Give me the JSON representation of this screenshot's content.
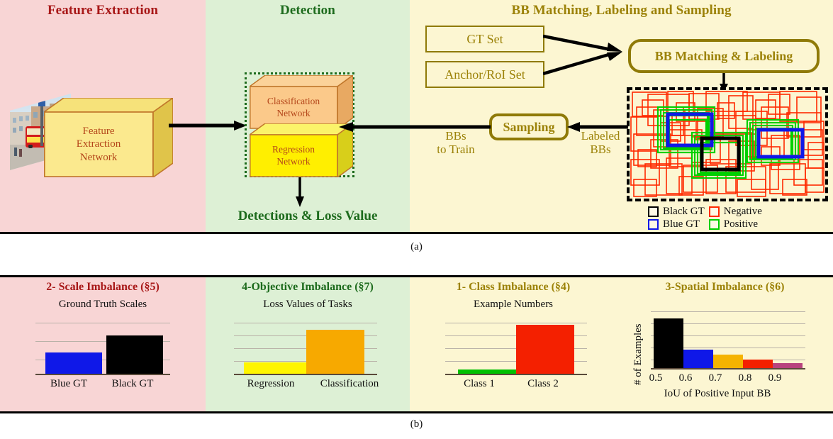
{
  "figure_a": {
    "columns": [
      {
        "title": "Feature Extraction",
        "color": "#a81818"
      },
      {
        "title": "Detection",
        "color": "#1d6b1d"
      },
      {
        "title": "BB Matching, Labeling and Sampling",
        "color": "#9c8208"
      }
    ],
    "feature_box_label": "Feature\nExtraction\nNetwork",
    "classification_box_label": "Classification\nNetwork",
    "regression_box_label": "Regression\nNetwork",
    "detections_label": "Detections & Loss Value",
    "gt_set_label": "GT Set",
    "anchor_set_label": "Anchor/RoI Set",
    "bb_matching_label": "BB Matching & Labeling",
    "sampling_label": "Sampling",
    "bbs_to_train_label": "BBs\nto Train",
    "labeled_bbs_label": "Labeled\nBBs",
    "legend": [
      {
        "label": "Black GT",
        "color": "#000000"
      },
      {
        "label": "Negative",
        "color": "#ff0000"
      },
      {
        "label": "Blue GT",
        "color": "#0000f0"
      },
      {
        "label": "Positive",
        "color": "#00cc00"
      }
    ],
    "caption": "(a)"
  },
  "figure_b": {
    "caption": "(b)",
    "panels": [
      {
        "title": "2- Scale Imbalance (§5)",
        "title_color": "#a81818",
        "bg": "#f8d5d5"
      },
      {
        "title": "4-Objective Imbalance (§7)",
        "title_color": "#1d6b1d",
        "bg": "#ddf0d5"
      },
      {
        "title": "1- Class Imbalance (§4)",
        "title_color": "#9c8208",
        "bg": "#fcf6d2"
      },
      {
        "title": "3-Spatial Imbalance (§6)",
        "title_color": "#9c8208",
        "bg": "#fcf6d2"
      }
    ]
  },
  "chart_data": [
    {
      "type": "bar",
      "title": "2- Scale Imbalance (§5)",
      "subtitle": "Ground Truth Scales",
      "categories": [
        "Blue GT",
        "Black GT"
      ],
      "values": [
        38,
        68
      ],
      "colors": [
        "#0f18e8",
        "#000000"
      ],
      "xlabel": "",
      "ylabel": "",
      "ylim": [
        0,
        100
      ],
      "gridlines": 3,
      "grid": true,
      "legend": "none"
    },
    {
      "type": "bar",
      "title": "4-Objective Imbalance (§7)",
      "subtitle": "Loss Values of Tasks",
      "categories": [
        "Regression",
        "Classification"
      ],
      "values": [
        20,
        78
      ],
      "colors": [
        "#fff500",
        "#f7a900"
      ],
      "xlabel": "",
      "ylabel": "",
      "ylim": [
        0,
        100
      ],
      "gridlines": 4,
      "grid": true,
      "legend": "none"
    },
    {
      "type": "bar",
      "title": "1- Class Imbalance (§4)",
      "subtitle": "Example Numbers",
      "categories": [
        "Class 1",
        "Class 2"
      ],
      "values": [
        5,
        88
      ],
      "colors": [
        "#00c000",
        "#f42000"
      ],
      "xlabel": "",
      "ylabel": "",
      "ylim": [
        0,
        100
      ],
      "gridlines": 4,
      "grid": true,
      "legend": "none"
    },
    {
      "type": "bar",
      "title": "3-Spatial Imbalance (§6)",
      "subtitle": "",
      "categories": [
        "0.5",
        "0.6",
        "0.7",
        "0.8",
        "0.9"
      ],
      "values": [
        82,
        30,
        22,
        14,
        8
      ],
      "colors": [
        "#000000",
        "#0f18e8",
        "#f5b301",
        "#f42000",
        "#b8437e"
      ],
      "xlabel": "IoU of Positive Input BB",
      "ylabel": "# of Examples",
      "ylim": [
        0,
        100
      ],
      "gridlines": 5,
      "grid": true,
      "legend": "none"
    }
  ]
}
